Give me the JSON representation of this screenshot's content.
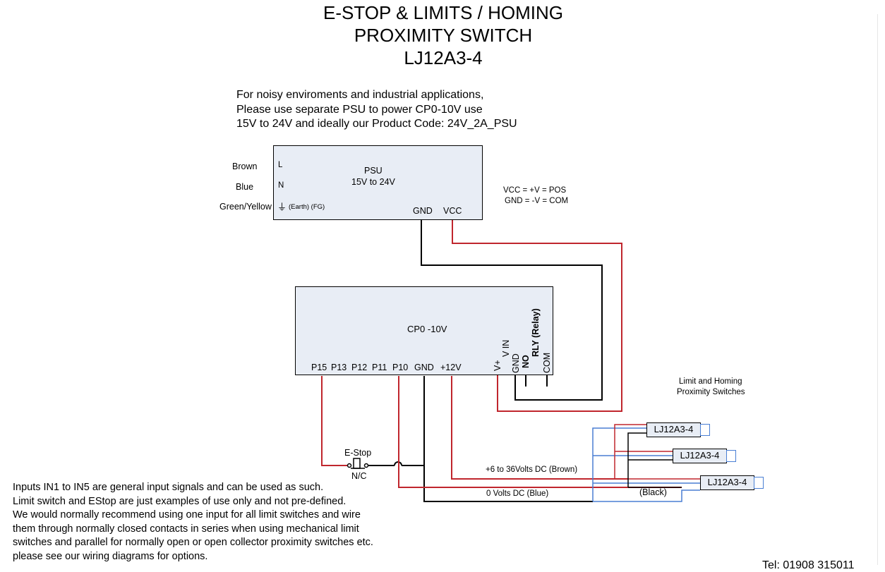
{
  "title": {
    "line1": "E-STOP & LIMITS / HOMING",
    "line2": "PROXIMITY SWITCH",
    "line3": "LJ12A3-4"
  },
  "top_note": {
    "line1": "For noisy enviroments and industrial applications,",
    "line2": "Please use separate PSU to power CP0-10V use",
    "line3": "15V to 24V and ideally our Product Code: 24V_2A_PSU"
  },
  "mains_wires": {
    "brown": "Brown",
    "blue": "Blue",
    "green_yellow": "Green/Yellow"
  },
  "psu": {
    "title": "PSU",
    "range": "15V to 24V",
    "pin_l": "L",
    "pin_n": "N",
    "earth_symbol": "⏚",
    "earth_label": "(Earth) (FG)",
    "gnd": "GND",
    "vcc": "VCC"
  },
  "legend": {
    "vcc": "VCC = +V = POS",
    "gnd": "GND = -V = COM"
  },
  "controller": {
    "title": "CP0 -10V",
    "pins": {
      "p15": "P15",
      "p13": "P13",
      "p12": "P12",
      "p11": "P11",
      "p10": "P10",
      "gnd": "GND",
      "v12": "+12V"
    },
    "vertical_pins": {
      "vplus": "V+",
      "vin": "V IN",
      "gnd": "GND",
      "no": "NO",
      "rly": "RLY (Relay)",
      "com": "COM"
    }
  },
  "estop": {
    "label": "E-Stop",
    "state": "N/C"
  },
  "sensors": {
    "heading_line1": "Limit and Homing",
    "heading_line2": "Proximity Switches",
    "items": [
      "LJ12A3-4",
      "LJ12A3-4",
      "LJ12A3-4"
    ]
  },
  "wire_labels": {
    "brown": "+6 to 36Volts DC (Brown)",
    "blue": "0 Volts DC (Blue)",
    "black": "(Black)"
  },
  "bottom_note": {
    "line1": "Inputs IN1 to IN5 are general input signals and can be used as such.",
    "line2": "Limit switch and EStop are just examples of use only and not pre-defined.",
    "line3": "We would normally recommend using one input for all limit switches and wire",
    "line4": "them through normally closed contacts in series when using mechanical limit",
    "line5": "switches and parallel for normally open or open collector proximity switches etc.",
    "line6": "please see our wiring diagrams for options."
  },
  "footer_partial": "Tel: 01908 315011",
  "colors": {
    "red_wire": "#c0262d",
    "black_wire": "#000000",
    "blue_wire": "#4a7fd4",
    "box_fill": "#e8edf5"
  }
}
